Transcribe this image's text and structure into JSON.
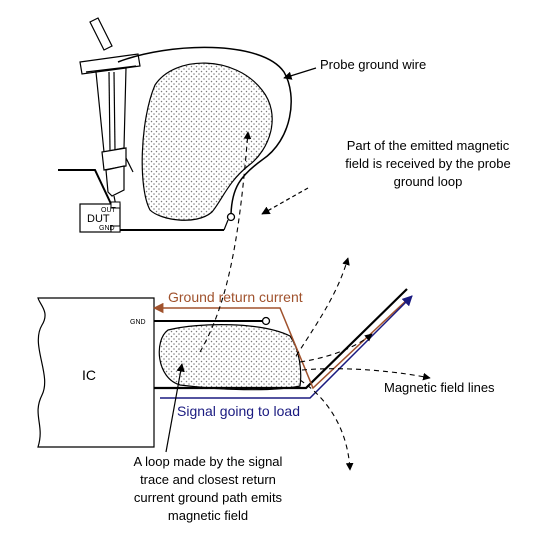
{
  "labels": {
    "probe_ground_wire": "Probe ground wire",
    "received_line1": "Part of the emitted magnetic",
    "received_line2": "field is received by the probe",
    "received_line3": "ground loop",
    "dut": "DUT",
    "dut_out": "OUT",
    "dut_gnd": "GND",
    "ic": "IC",
    "ic_gnd": "GND",
    "ground_return_current": "Ground return current",
    "signal_going_to_load": "Signal going to load",
    "magnetic_field_lines": "Magnetic field lines",
    "loop_line1": "A loop made by the signal",
    "loop_line2": "trace and closest return",
    "loop_line3": "current ground path emits",
    "loop_line4": "magnetic field"
  },
  "colors": {
    "ground_return": "#a0522d",
    "signal": "#1a1a80",
    "ink": "#000000",
    "dots": "#7a7a7a"
  }
}
